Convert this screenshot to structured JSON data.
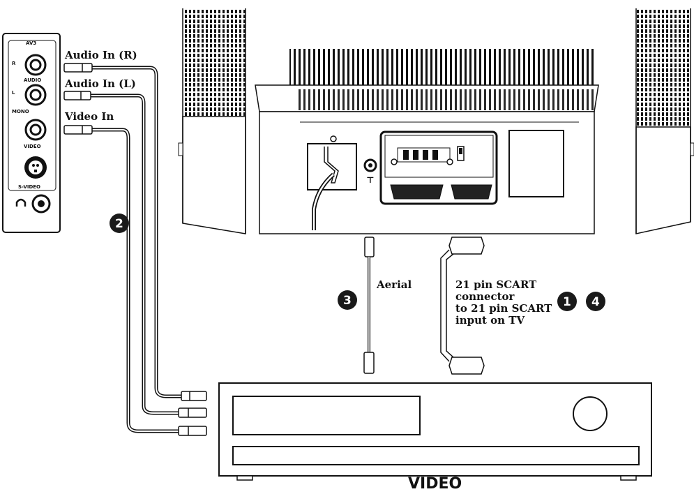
{
  "labels": {
    "audio_in_r": "Audio In (R)",
    "audio_in_l": "Audio In (L)",
    "video_in": "Video In",
    "aerial": "Aerial",
    "scart_line1": "21 pin SCART",
    "scart_line2": "connector",
    "scart_line3": "to 21 pin SCART",
    "scart_line4": "input on TV",
    "video_device": "VIDEO"
  },
  "av_panel": {
    "title": "AV3",
    "r": "R",
    "audio": "AUDIO",
    "l": "L",
    "mono": "MONO",
    "video": "VIDEO",
    "svideo": "S-VIDEO"
  },
  "step_numbers": {
    "one": "1",
    "two": "2",
    "three": "3",
    "four": "4"
  },
  "colors": {
    "line": "#111111",
    "background": "#ffffff",
    "badge": "#1a1a1a"
  }
}
